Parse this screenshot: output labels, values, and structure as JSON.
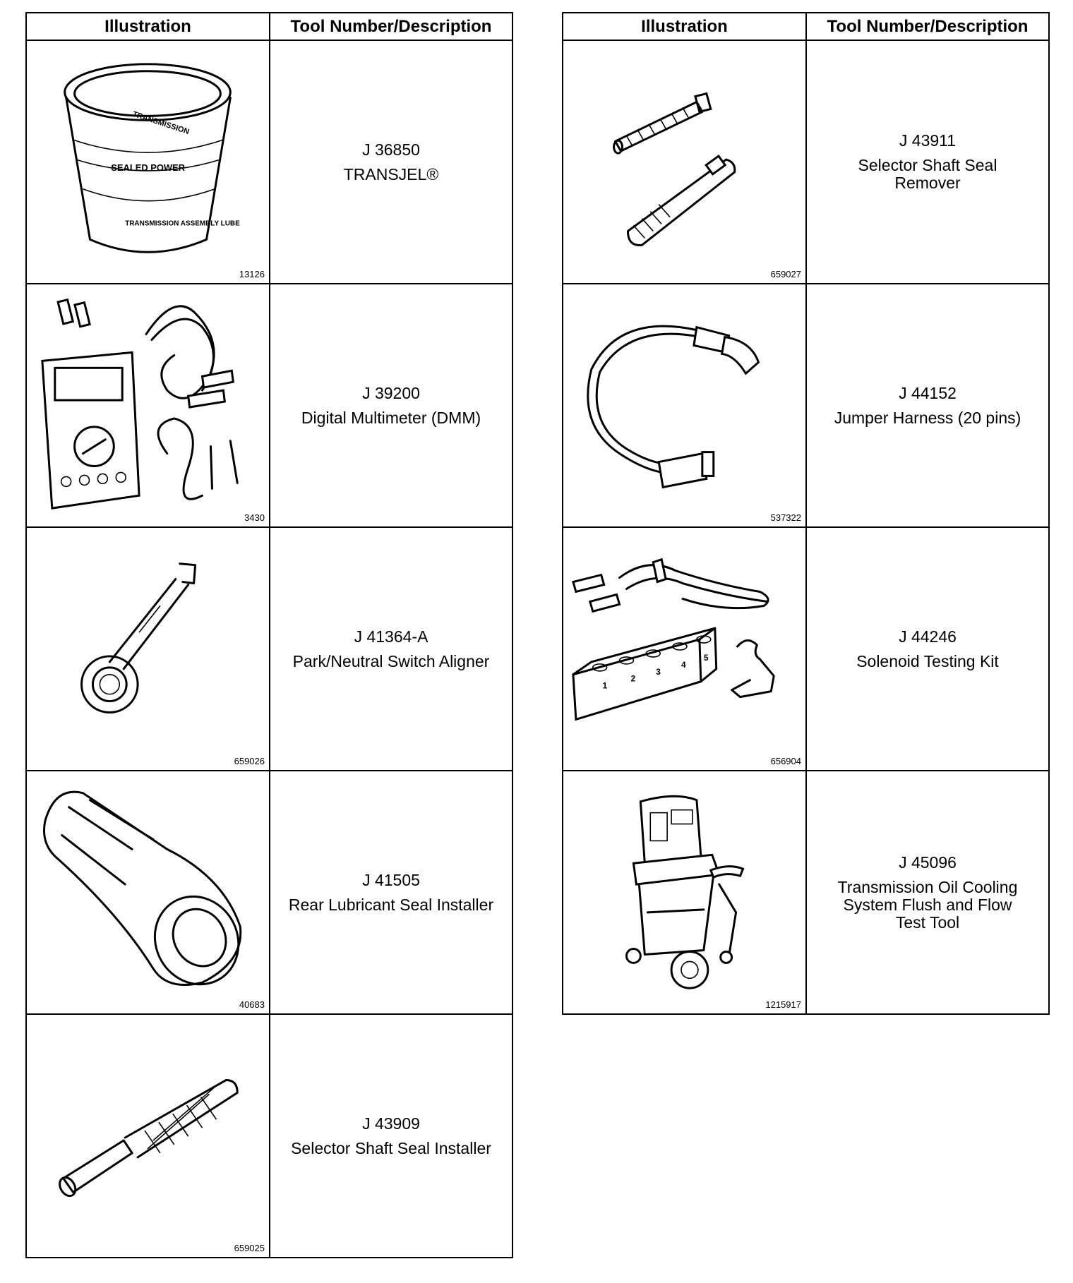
{
  "headers": {
    "illustration": "Illustration",
    "tool": "Tool Number/Description"
  },
  "left": [
    {
      "fig": "13126",
      "number": "J 36850",
      "desc": [
        "TRANSJEL®"
      ],
      "icon": "grease-tub-icon",
      "labels": [
        "TRANSMISSION",
        "SEALED POWER",
        "TRANSMISSION ASSEMBLY LUBE"
      ]
    },
    {
      "fig": "3430",
      "number": "J 39200",
      "desc": [
        "Digital Multimeter (DMM)"
      ],
      "icon": "multimeter-icon"
    },
    {
      "fig": "659026",
      "number": "J 41364-A",
      "desc": [
        "Park/Neutral Switch Aligner"
      ],
      "icon": "switch-aligner-icon"
    },
    {
      "fig": "40683",
      "number": "J 41505",
      "desc": [
        "Rear Lubricant Seal Installer"
      ],
      "icon": "seal-installer-icon"
    },
    {
      "fig": "659025",
      "number": "J 43909",
      "desc": [
        "Selector Shaft Seal Installer"
      ],
      "icon": "shaft-seal-installer-icon"
    }
  ],
  "right": [
    {
      "fig": "659027",
      "number": "J 43911",
      "desc": [
        "Selector Shaft Seal",
        "Remover"
      ],
      "icon": "seal-remover-icon"
    },
    {
      "fig": "537322",
      "number": "J 44152",
      "desc": [
        "Jumper Harness (20 pins)"
      ],
      "icon": "jumper-harness-icon"
    },
    {
      "fig": "656904",
      "number": "J 44246",
      "desc": [
        "Solenoid Testing Kit"
      ],
      "icon": "solenoid-kit-icon",
      "labels": [
        "1",
        "2",
        "3",
        "4",
        "5"
      ]
    },
    {
      "fig": "1215917",
      "number": "J 45096",
      "desc": [
        "Transmission Oil Cooling",
        "System Flush and Flow",
        "Test Tool"
      ],
      "icon": "flush-machine-icon"
    }
  ]
}
